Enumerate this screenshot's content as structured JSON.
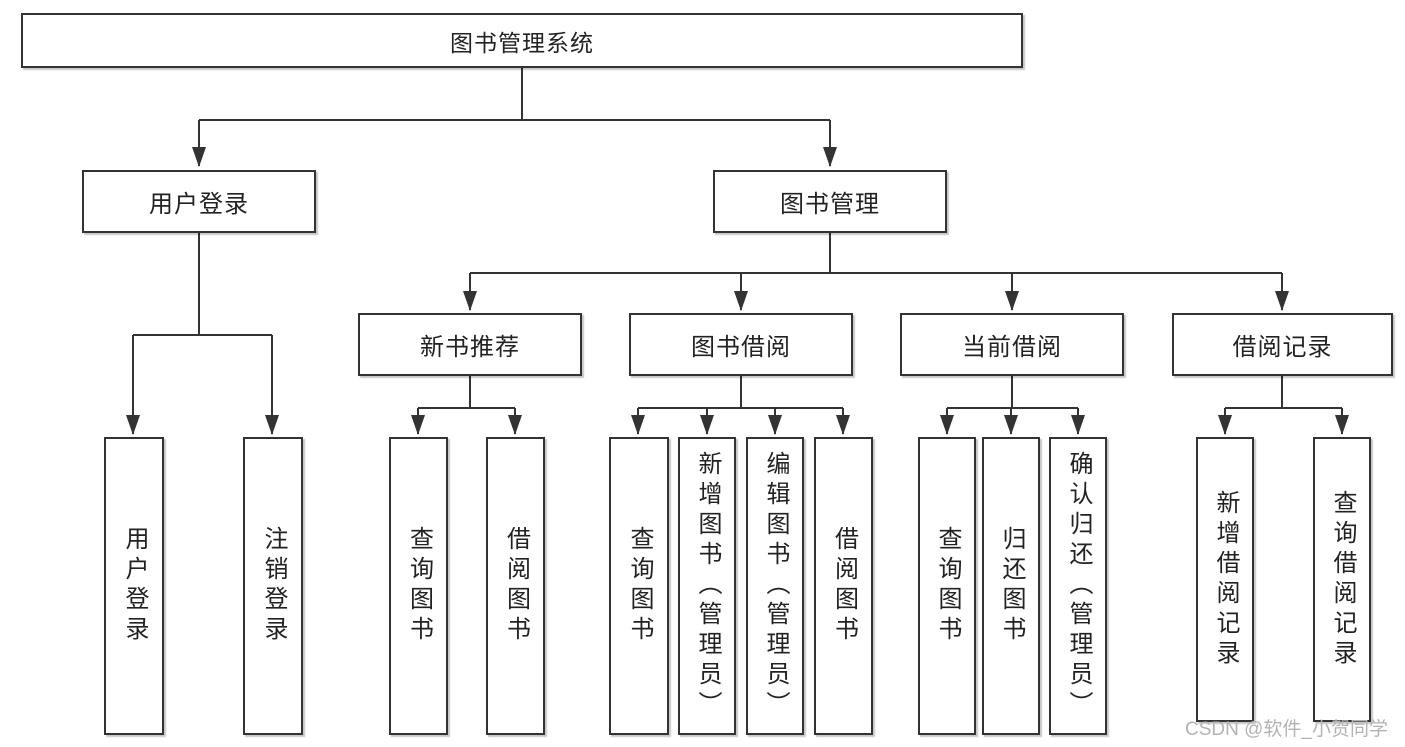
{
  "root": {
    "label": "图书管理系统"
  },
  "branches": {
    "user": {
      "label": "用户登录",
      "children": [
        {
          "label": "用户登录"
        },
        {
          "label": "注销登录"
        }
      ]
    },
    "manage": {
      "label": "图书管理",
      "groups": [
        {
          "label": "新书推荐",
          "children": [
            {
              "label": "查询图书"
            },
            {
              "label": "借阅图书"
            }
          ]
        },
        {
          "label": "图书借阅",
          "children": [
            {
              "label": "查询图书"
            },
            {
              "label": "新增图书（管理员）"
            },
            {
              "label": "编辑图书（管理员）"
            },
            {
              "label": "借阅图书"
            }
          ]
        },
        {
          "label": "当前借阅",
          "children": [
            {
              "label": "查询图书"
            },
            {
              "label": "归还图书"
            },
            {
              "label": "确认归还（管理员）"
            }
          ]
        },
        {
          "label": "借阅记录",
          "children": [
            {
              "label": "新增借阅记录"
            },
            {
              "label": "查询借阅记录"
            }
          ]
        }
      ]
    }
  },
  "watermark": {
    "text": "CSDN @软件_小贺同学"
  },
  "colors": {
    "line": "#333333",
    "border": "#333333",
    "fill": "#ffffff",
    "text": "#222222",
    "watermark": "#b3b3b3"
  }
}
